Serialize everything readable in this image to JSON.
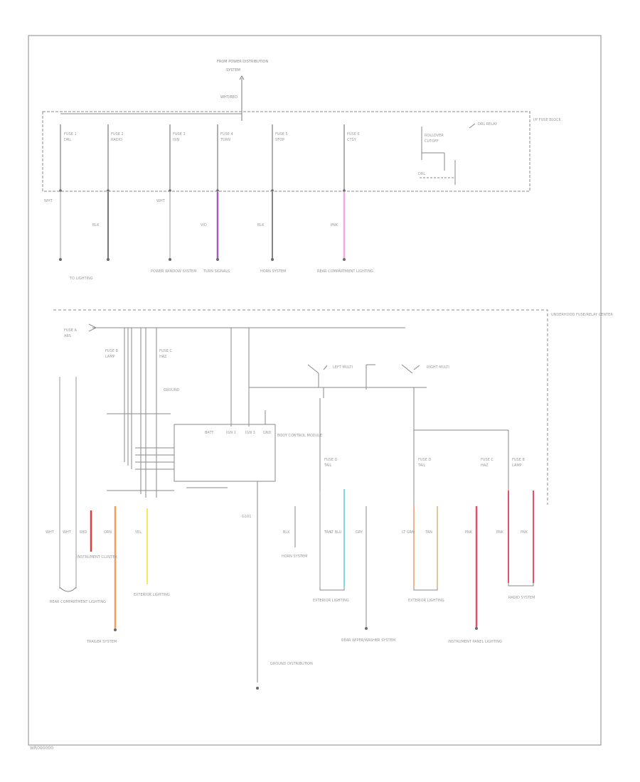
{
  "diagram": {
    "footer_code": "WR000000",
    "feed_label": "FROM POWER DISTRIBUTION",
    "feed_sublabel": "SYSTEM",
    "feed_wire_color": "WHT/RED",
    "upper_fuse_block_label": "I/P FUSE BLOCK",
    "upper_fuses": [
      {
        "name": "FUSE 1",
        "circuit": "DRL",
        "wire": "WHT",
        "color": "#9a9a9a",
        "dest": "TO LIGHTING"
      },
      {
        "name": "FUSE 2",
        "circuit": "RADIO",
        "wire": "BLK",
        "color": "#777777",
        "dest": ""
      },
      {
        "name": "FUSE 3",
        "circuit": "IGN",
        "wire": "WHT",
        "color": "#9a9a9a",
        "dest": "POWER WINDOW SYSTEM"
      },
      {
        "name": "FUSE 4",
        "circuit": "TURN",
        "wire": "VIO",
        "color": "#a25fc0",
        "dest": "TURN SIGNALS"
      },
      {
        "name": "FUSE 5",
        "circuit": "STOP",
        "wire": "BLK",
        "color": "#777777",
        "dest": "HORN SYSTEM"
      },
      {
        "name": "FUSE 6",
        "circuit": "CTSY",
        "wire": "PNK",
        "color": "#f4a8e6",
        "dest": "REAR COMPARTMENT LIGHTING"
      }
    ],
    "relay_labels": [
      "ROLLOVER",
      "CUTOFF"
    ],
    "relay_side_label": "DRL RELAY",
    "lower_fuse_block_label": "UNDERHOOD FUSE/RELAY CENTER",
    "control_module_label": "BODY CONTROL MODULE",
    "module_pins": [
      "BATT",
      "IGN 1",
      "IGN 3",
      "GND"
    ],
    "lower_fuses": [
      {
        "name": "FUSE A",
        "circuit": "ABS"
      },
      {
        "name": "FUSE B",
        "circuit": "LAMP"
      },
      {
        "name": "FUSE C",
        "circuit": "HAZ"
      },
      {
        "name": "FUSE D",
        "circuit": "TAIL"
      }
    ],
    "switch_labels": [
      "LEFT MULTI",
      "RIGHT MULTI"
    ],
    "ground_label": "GROUND",
    "ground_ref": "G101",
    "lower_wires": [
      {
        "wire": "WHT",
        "color": "#9a9a9a"
      },
      {
        "wire": "WHT",
        "color": "#9a9a9a"
      },
      {
        "wire": "RED",
        "color": "#e23d3d"
      },
      {
        "wire": "ORN",
        "color": "#f0a05a"
      },
      {
        "wire": "YEL",
        "color": "#eded5a"
      },
      {
        "wire": "BLK",
        "color": "#8a8a8a"
      },
      {
        "wire": "TAN",
        "color": "#9a9a9a"
      },
      {
        "wire": "LT BLU",
        "color": "#7fd8e8"
      },
      {
        "wire": "GRY",
        "color": "#9a9a9a"
      },
      {
        "wire": "LT GRN",
        "color": "#f2b58e"
      },
      {
        "wire": "TAN",
        "color": "#e3c79a"
      },
      {
        "wire": "PNK",
        "color": "#e8506c"
      },
      {
        "wire": "PNK",
        "color": "#e8506c"
      },
      {
        "wire": "PNK",
        "color": "#e8506c"
      }
    ],
    "destinations": [
      "REAR COMPARTMENT LIGHTING",
      "INSTRUMENT CLUSTER",
      "EXTERIOR LIGHTING",
      "TRAILER SYSTEM",
      "HORN SYSTEM",
      "EXTERIOR LIGHTING",
      "REAR WIPER/WASHER SYSTEM",
      "EXTERIOR LIGHTING",
      "INSTRUMENT PANEL LIGHTING",
      "RADIO SYSTEM"
    ],
    "ground_dest": "GROUND DISTRIBUTION"
  }
}
